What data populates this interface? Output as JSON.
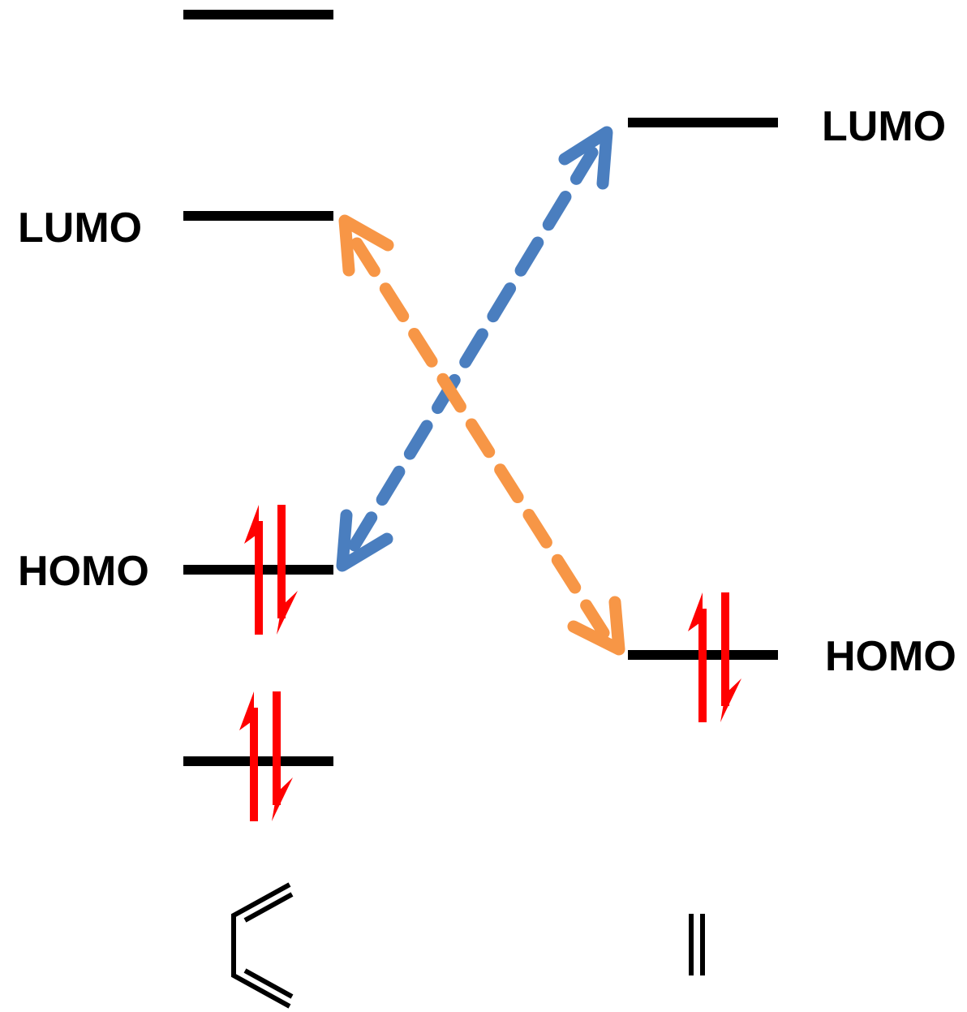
{
  "colors": {
    "level_line": "#000000",
    "electron_arrow": "#ff0000",
    "interaction_homo_diene_lumo_dienophile": "#4a7ebf",
    "interaction_lumo_diene_homo_dienophile": "#f79646",
    "label_text": "#000000"
  },
  "left_column": {
    "lumo_label": "LUMO",
    "homo_label": "HOMO",
    "filled_orbitals": 2,
    "empty_orbitals": 2,
    "molecule": "diene-structure"
  },
  "right_column": {
    "lumo_label": "LUMO",
    "homo_label": "HOMO",
    "filled_orbitals": 1,
    "empty_orbitals": 1,
    "molecule": "alkene-structure"
  },
  "interactions": [
    {
      "from": "left.homo",
      "to": "right.lumo",
      "style": "dashed",
      "color": "blue"
    },
    {
      "from": "left.lumo",
      "to": "right.homo",
      "style": "dashed",
      "color": "orange"
    }
  ]
}
